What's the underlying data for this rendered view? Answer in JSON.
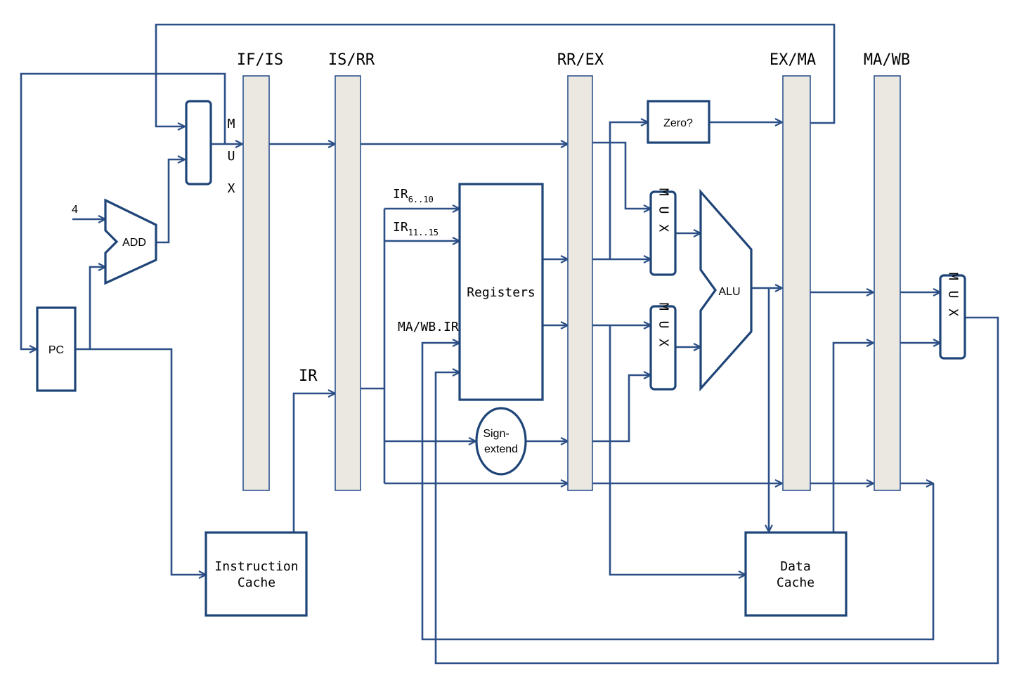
{
  "stages": {
    "if_is": "IF/IS",
    "is_rr": "IS/RR",
    "rr_ex": "RR/EX",
    "ex_ma": "EX/MA",
    "ma_wb": "MA/WB"
  },
  "blocks": {
    "pc": "PC",
    "add": "ADD",
    "mux": "M U X",
    "alu": "ALU",
    "zero": "Zero?",
    "registers": "Registers",
    "sign_extend_line1": "Sign-",
    "sign_extend_line2": "extend",
    "instruction_cache_line1": "Instruction",
    "instruction_cache_line2": "Cache",
    "data_cache_line1": "Data",
    "data_cache_line2": "Cache"
  },
  "signals": {
    "constant_four": "4",
    "ir": "IR",
    "ir_a_base": "IR",
    "ir_a_sub": "6..10",
    "ir_b_base": "IR",
    "ir_b_sub": "11..15",
    "ma_wb_ir": "MA/WB.IR"
  },
  "colors": {
    "wire": "#2b4f86",
    "box_stroke": "#1f4578",
    "latch_fill": "#ebe8e1"
  }
}
